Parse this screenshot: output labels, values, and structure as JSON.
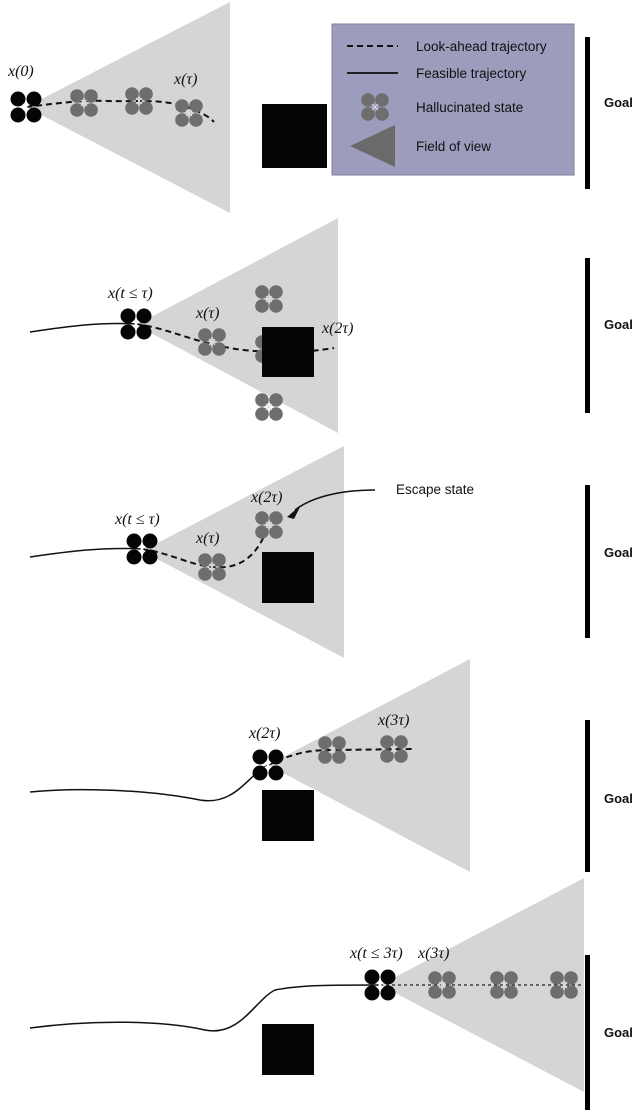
{
  "legend": {
    "lookahead_label": "Look-ahead trajectory",
    "feasible_label": "Feasible trajectory",
    "hallucinated_label": "Hallucinated state",
    "fov_label": "Field of view"
  },
  "goal_label": "Goal",
  "panels": [
    {
      "labels": [
        "x(0)",
        "x(τ)"
      ]
    },
    {
      "labels": [
        "x(t ≤ τ)",
        "x(τ)",
        "x(2τ)"
      ]
    },
    {
      "labels": [
        "x(t ≤ τ)",
        "x(τ)",
        "x(2τ)"
      ],
      "callout": "Escape state"
    },
    {
      "labels": [
        "x(2τ)",
        "x(3τ)"
      ]
    },
    {
      "labels": [
        "x(t ≤ 3τ)",
        "x(3τ)"
      ]
    }
  ],
  "colors": {
    "robot_actual": "#050505",
    "robot_hallucinated": "#6e6e6e",
    "field_of_view": "#d5d5d5",
    "legend_background": "#9c9cbd",
    "obstacle": "#050505"
  },
  "icons": [
    "quadrotor-icon",
    "hallucinated-quadrotor-icon",
    "field-of-view-triangle-icon"
  ]
}
